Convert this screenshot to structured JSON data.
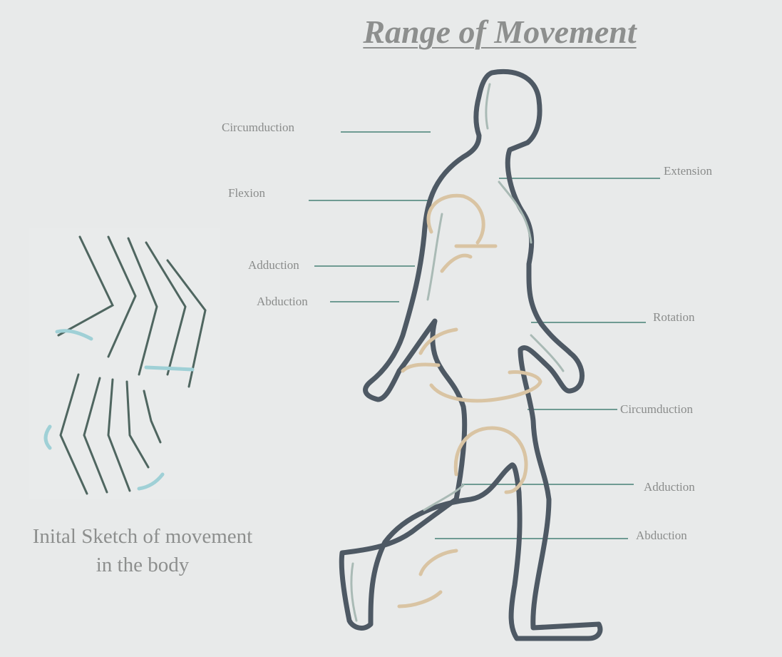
{
  "title": "Range of Movement",
  "labels": {
    "left_circumduction": "Circumduction",
    "left_flexion": "Flexion",
    "left_adduction": "Adduction",
    "left_abduction": "Abduction",
    "right_extension": "Extension",
    "right_rotation": "Rotation",
    "right_circumduction": "Circumduction",
    "right_adduction": "Adduction",
    "right_abduction": "Abduction"
  },
  "caption": {
    "line1": "Inital Sketch of movement",
    "line2": "in the body"
  },
  "colors": {
    "background": "#e8eaea",
    "outline": "#4e5964",
    "leader": "#6f9b93",
    "arrow": "#d9c4a3",
    "sketch_arrow": "#9fd0d6"
  }
}
